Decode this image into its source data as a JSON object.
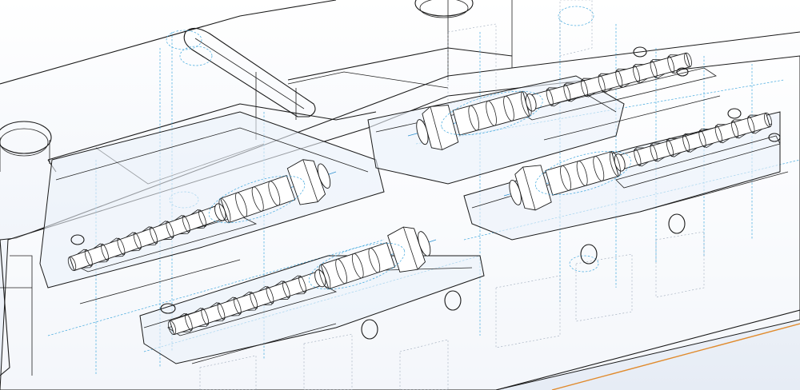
{
  "drawing": {
    "style": "isometric wireframe with hidden lines",
    "colors": {
      "visible_edges": "#1a1a1a",
      "hidden_edges": "#3fa7dd",
      "background_top": "#ffffff",
      "background_bottom": "#e6ecf5",
      "accent_edge": "#e08a2c"
    },
    "components": [
      "mold-plate",
      "cavity-pockets",
      "fluid-connectors",
      "mounting-holes",
      "slot"
    ]
  }
}
